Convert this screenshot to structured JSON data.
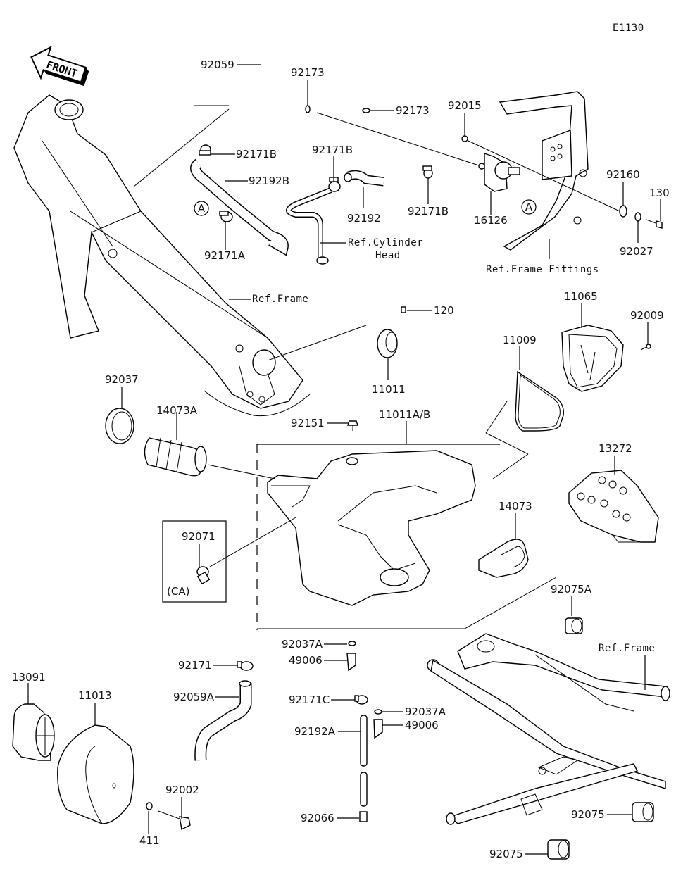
{
  "diagram": {
    "code": "E1130",
    "front_label": "FRONT",
    "callout_marker": "A",
    "group_note": "(CA)",
    "labels": {
      "p92059": "92059",
      "p92173_a": "92173",
      "p92173_b": "92173",
      "p92015": "92015",
      "p92171B_a": "92171B",
      "p92192B": "92192B",
      "p92171B_b": "92171B",
      "p92192": "92192",
      "p92171B_c": "92171B",
      "p16126": "16126",
      "p92160": "92160",
      "p130": "130",
      "p92027": "92027",
      "p92171A": "92171A",
      "p120": "120",
      "p11011": "11011",
      "p11065": "11065",
      "p92009": "92009",
      "p11009": "11009",
      "p92037": "92037",
      "p14073A": "14073A",
      "p92151": "92151",
      "p11011AB": "11011A/B",
      "p13272": "13272",
      "p14073": "14073",
      "p92071": "92071",
      "p92075A": "92075A",
      "p92037A_a": "92037A",
      "p49006_a": "49006",
      "p92171": "92171",
      "p13091": "13091",
      "p11013": "11013",
      "p92059A": "92059A",
      "p92171C": "92171C",
      "p92037A_b": "92037A",
      "p49006_b": "49006",
      "p92192A": "92192A",
      "p92002": "92002",
      "p92066": "92066",
      "p411": "411",
      "p92075_a": "92075",
      "p92075_b": "92075"
    },
    "references": {
      "cyl_head_1": "Ref.Cylinder",
      "cyl_head_2": "Head",
      "frame_fittings": "Ref.Frame Fittings",
      "frame_upper": "Ref.Frame",
      "frame_lower": "Ref.Frame"
    }
  }
}
